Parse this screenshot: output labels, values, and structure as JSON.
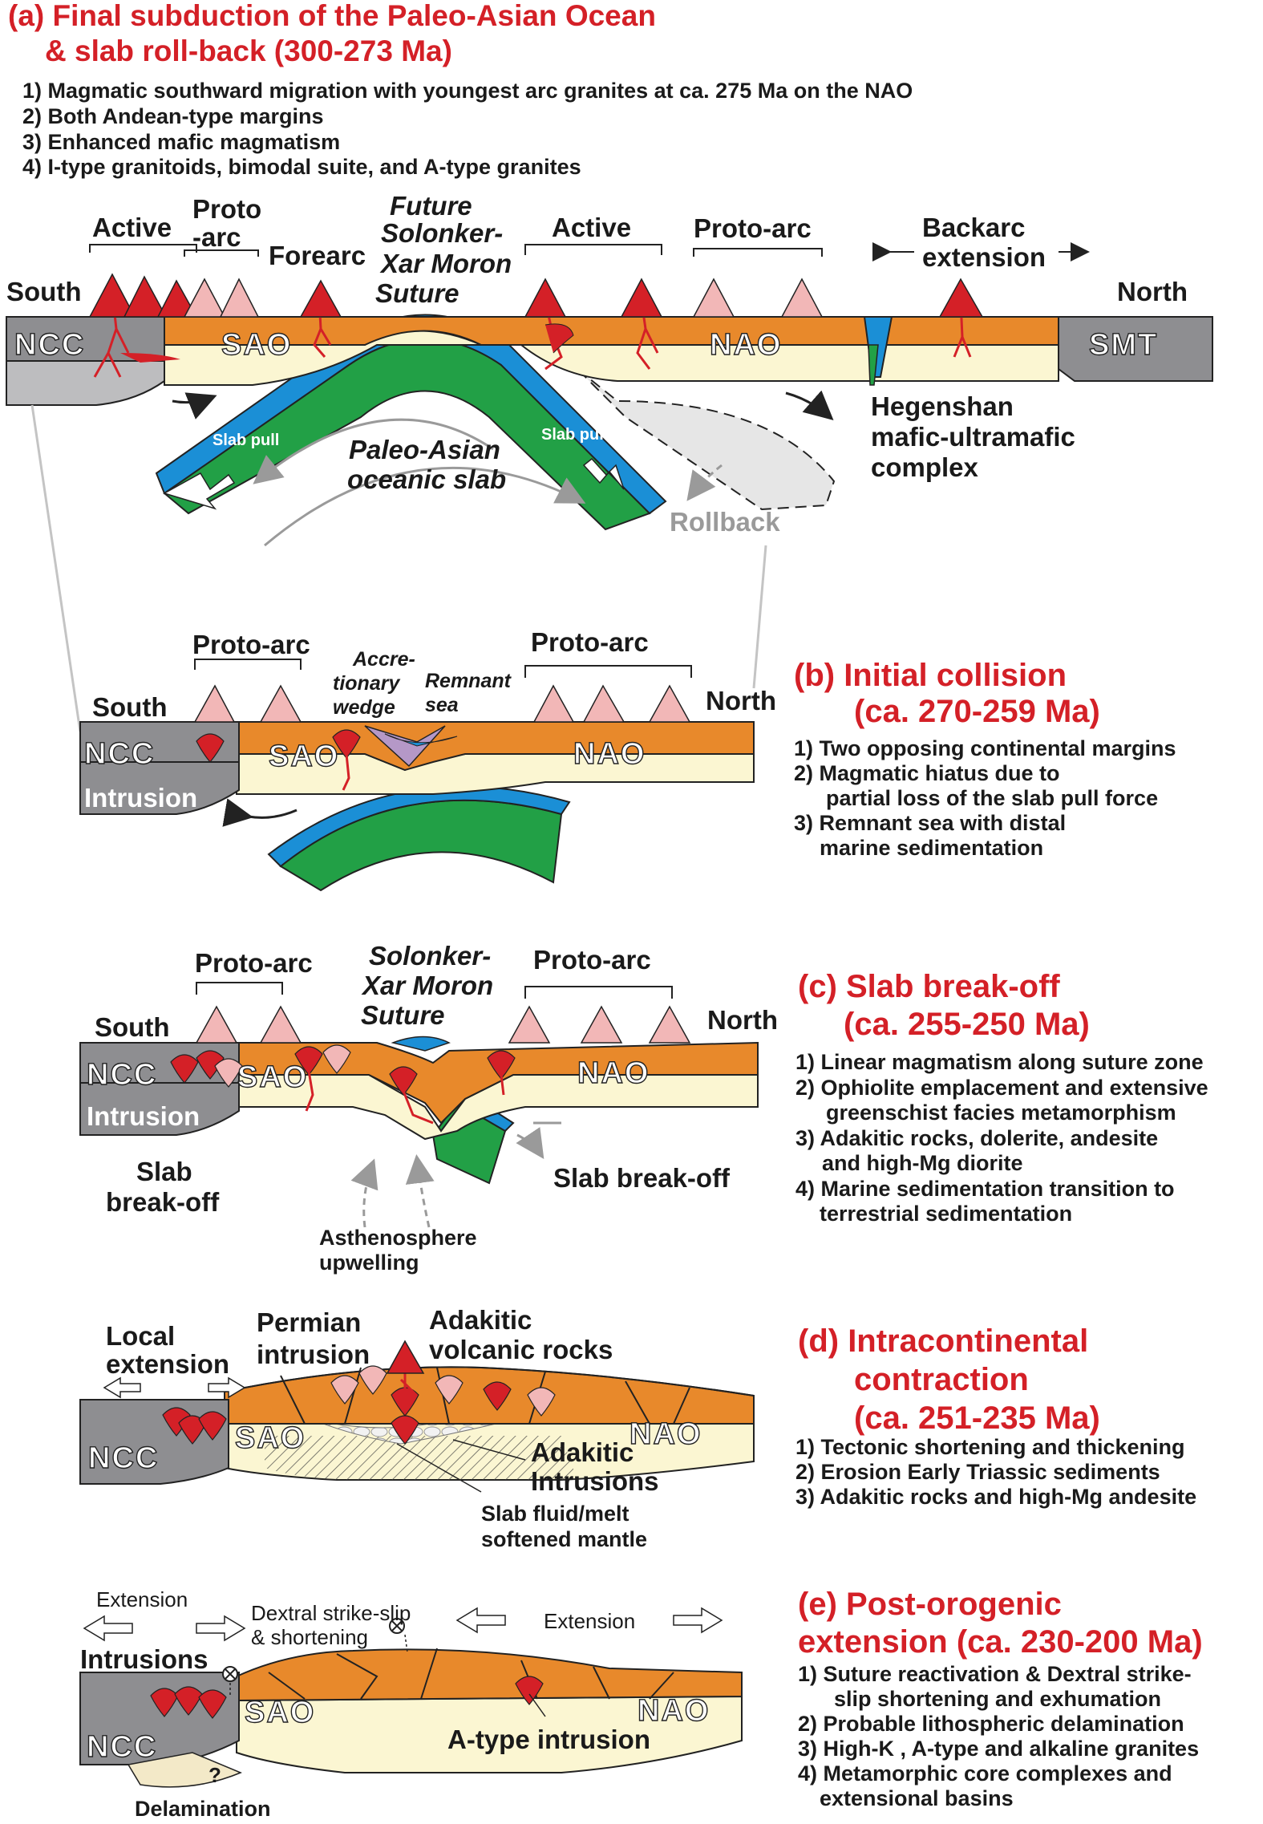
{
  "panel_a": {
    "title_line1": "(a) Final subduction of the Paleo-Asian Ocean",
    "title_line2": "& slab roll-back (300-273 Ma)",
    "notes": [
      "1) Magmatic southward migration  with youngest arc granites at ca. 275 Ma on the NAO",
      "2) Both Andean-type margins",
      "3) Enhanced mafic magmatism",
      "4) I-type granitoids, bimodal suite, and A-type granites"
    ],
    "labels": {
      "active_left": "Active",
      "proto_arc_1": "Proto",
      "proto_arc_2": "-arc",
      "forearc": "Forearc",
      "suture_1": "Future",
      "suture_2": "Solonker-",
      "suture_3": "Xar Moron",
      "suture_4": "Suture",
      "active_right": "Active",
      "proto_arc_right": "Proto-arc",
      "backarc_1": "Backarc",
      "backarc_2": "extension",
      "south": "South",
      "north": "North",
      "ncc": "NCC",
      "sao": "SAO",
      "nao": "NAO",
      "smt": "SMT",
      "slab_pull_left": "Slab pull",
      "slab_pull_right": "Slab pull",
      "slab_1": "Paleo-Asian",
      "slab_2": "oceanic slab",
      "hegenshan_1": "Hegenshan",
      "hegenshan_2": "mafic-ultramafic",
      "hegenshan_3": "complex",
      "rollback": "Rollback"
    }
  },
  "panel_b": {
    "title_line1": "(b) Initial collision",
    "title_line2": "(ca. 270-259 Ma)",
    "notes": [
      "1) Two opposing continental margins",
      "2) Magmatic hiatus due to",
      "partial loss of the slab pull force",
      "3) Remnant sea with distal",
      "marine sedimentation"
    ],
    "labels": {
      "proto_arc_left": "Proto-arc",
      "proto_arc_right": "Proto-arc",
      "accretionary_1": "Accre-",
      "accretionary_2": "tionary",
      "accretionary_3": "wedge",
      "remnant_1": "Remnant",
      "remnant_2": "sea",
      "south": "South",
      "north": "North",
      "ncc": "NCC",
      "intrusion": "Intrusion",
      "sao": "SAO",
      "nao": "NAO"
    }
  },
  "panel_c": {
    "title_line1": "(c) Slab break-off",
    "title_line2": "(ca. 255-250 Ma)",
    "notes": [
      "1) Linear magmatism along suture zone",
      "2) Ophiolite emplacement and extensive",
      "greenschist facies metamorphism",
      "3) Adakitic rocks, dolerite, andesite",
      "and high-Mg diorite",
      "4) Marine sedimentation transition to",
      "terrestrial sedimentation"
    ],
    "labels": {
      "proto_arc_left": "Proto-arc",
      "proto_arc_right": "Proto-arc",
      "suture_1": "Solonker-",
      "suture_2": "Xar Moron",
      "suture_3": "Suture",
      "south": "South",
      "north": "North",
      "ncc": "NCC",
      "intrusion": "Intrusion",
      "sao": "SAO",
      "nao": "NAO",
      "breakoff_left_1": "Slab",
      "breakoff_left_2": "break-off",
      "breakoff_right": "Slab break-off",
      "astheno_1": "Asthenosphere",
      "astheno_2": "upwelling"
    }
  },
  "panel_d": {
    "title_line1": "(d) Intracontinental",
    "title_line2": "contraction",
    "title_line3": "(ca. 251-235 Ma)",
    "notes": [
      "1) Tectonic shortening and thickening",
      "2) Erosion Early Triassic sediments",
      "3) Adakitic rocks and high-Mg andesite"
    ],
    "labels": {
      "local_ext_1": "Local",
      "local_ext_2": "extension",
      "permian_1": "Permian",
      "permian_2": "intrusion",
      "adakitic_volc_1": "Adakitic",
      "adakitic_volc_2": "volcanic rocks",
      "ncc": "NCC",
      "sao": "SAO",
      "nao": "NAO",
      "adakitic_intr_1": "Adakitic",
      "adakitic_intr_2": "Intrusions",
      "slab_fluid_1": "Slab fluid/melt",
      "slab_fluid_2": "softened mantle"
    }
  },
  "panel_e": {
    "title_line1": "(e) Post-orogenic",
    "title_line2": "extension (ca. 230-200 Ma)",
    "notes": [
      "1) Suture reactivation & Dextral strike-",
      "slip shortening and exhumation",
      "2) Probable lithospheric delamination",
      "3) High-K , A-type and alkaline granites",
      "4) Metamorphic core complexes and",
      "extensional basins"
    ],
    "labels": {
      "extension_left": "Extension",
      "dextral_1": "Dextral strike-slip",
      "dextral_2": "& shortening",
      "extension_right": "Extension",
      "intrusions": "Intrusions",
      "ncc": "NCC",
      "sao": "SAO",
      "nao": "NAO",
      "a_type": "A-type intrusion",
      "question": "?",
      "delamination": "Delamination"
    }
  },
  "colors": {
    "title_red": "#d42027",
    "crust_orange": "#e8892b",
    "lithosphere_cream": "#fbf6d2",
    "craton_grey": "#8e8e91",
    "oceanic_blue": "#1b8fd6",
    "oceanic_green": "#22a046",
    "arc_red": "#d42027",
    "arc_pink": "#f2b7b7"
  }
}
